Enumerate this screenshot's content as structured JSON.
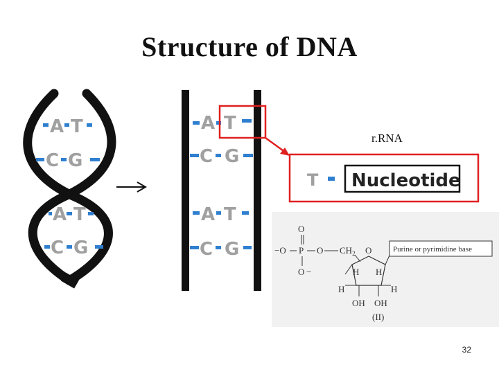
{
  "title": "Structure of DNA",
  "helix_pairs": [
    {
      "left": "A",
      "right": "T"
    },
    {
      "left": "C",
      "right": "G"
    },
    {
      "left": "A",
      "right": "T"
    },
    {
      "left": "C",
      "right": "G"
    }
  ],
  "ladder_pairs": [
    {
      "left": "A",
      "right": "T"
    },
    {
      "left": "C",
      "right": "G"
    },
    {
      "left": "A",
      "right": "T"
    },
    {
      "left": "C",
      "right": "G"
    }
  ],
  "rrna_label": "r.RNA",
  "nucleotide_box": {
    "base": "T",
    "label": "Nucleotide"
  },
  "molecule": {
    "oxygen_top": "O",
    "minus_o": "−O",
    "phosphorus": "P",
    "oxygen_mid": "O",
    "ch2": "CH",
    "ch2_sub": "2",
    "ring_oxygen": "O",
    "oxygen_bottom": "O",
    "minus_sign": "−",
    "base_label": "Purine or pyrimidine base",
    "h1": "H",
    "h2": "H",
    "h3": "H",
    "h4": "H",
    "oh1": "OH",
    "oh2": "OH",
    "caption": "(II)"
  },
  "slide_number": "32",
  "colors": {
    "highlight": "#e02020",
    "dash": "#2f7fd0",
    "base_letters": "#a0a0a0",
    "strand": "#111111"
  }
}
